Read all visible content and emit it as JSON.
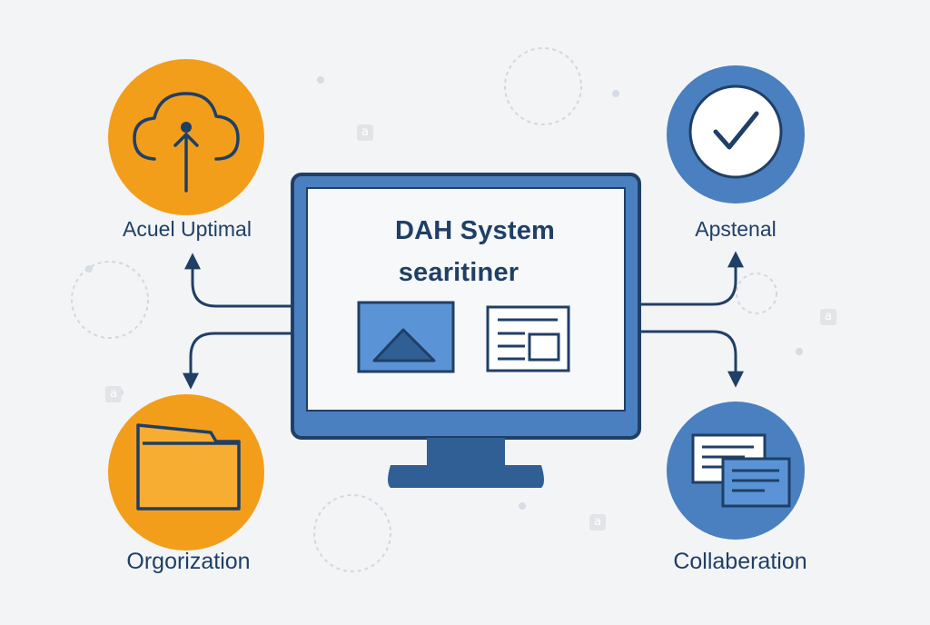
{
  "screen": {
    "title_line1": "DAH System",
    "title_line2": "searitiner"
  },
  "nodes": {
    "top_left": {
      "label": "Acuel Uptimal",
      "icon": "cloud-upload-icon",
      "color": "#f29e1b"
    },
    "top_right": {
      "label": "Apstenal",
      "icon": "checkmark-icon",
      "color": "#4a7fc0"
    },
    "bottom_left": {
      "label": "Orgorization",
      "icon": "folder-icon",
      "color": "#f29e1b"
    },
    "bottom_right": {
      "label": "Collaberation",
      "icon": "documents-icon",
      "color": "#4a7fc0"
    }
  },
  "watermark": {
    "glyph": "a"
  },
  "colors": {
    "orange": "#f29e1b",
    "blue": "#4a7fc0",
    "navy": "#1f3f66",
    "background": "#f3f4f6"
  }
}
